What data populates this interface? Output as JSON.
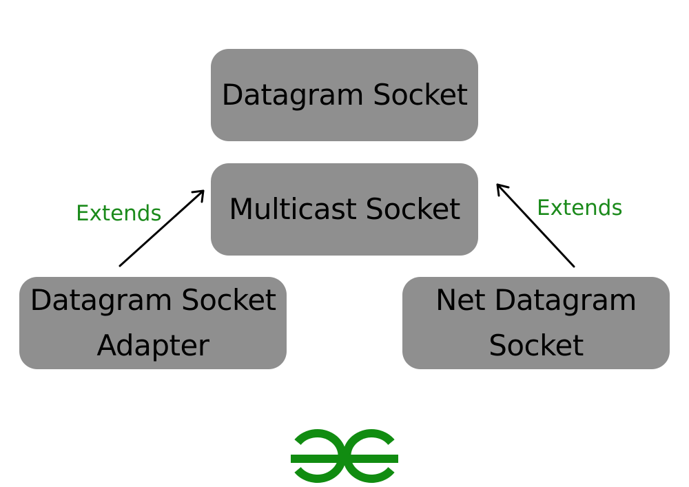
{
  "diagram": {
    "nodes": {
      "datagram_socket": "Datagram Socket",
      "multicast_socket": "Multicast Socket",
      "datagram_socket_adapter": [
        "Datagram Socket",
        "Adapter"
      ],
      "net_datagram_socket": [
        "Net Datagram",
        "Socket"
      ]
    },
    "edges": [
      {
        "from": "Datagram Socket Adapter",
        "to": "Multicast Socket",
        "label": "Extends"
      },
      {
        "from": "Net Datagram Socket",
        "to": "Multicast Socket",
        "label": "Extends"
      }
    ],
    "colors": {
      "node_fill": "#8f8f8f",
      "label": "#1b8a1b",
      "logo": "#118c11"
    },
    "logo": "geeksforgeeks-logo"
  }
}
